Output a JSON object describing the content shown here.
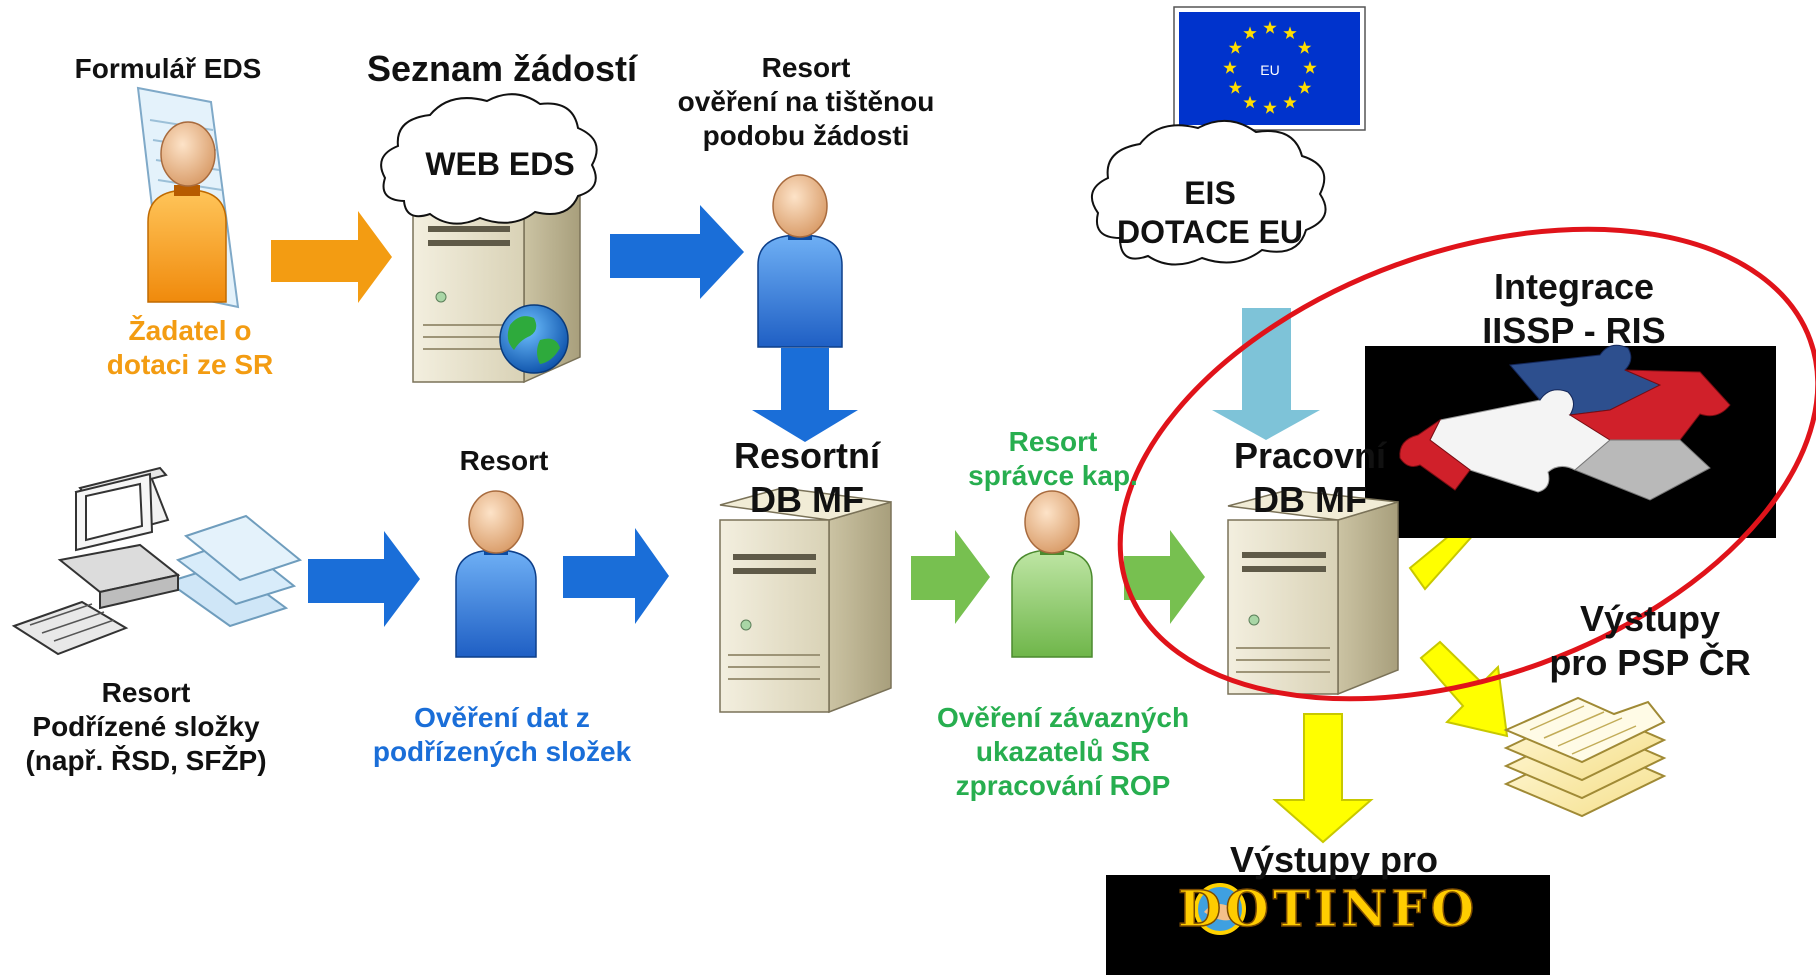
{
  "colors": {
    "orange": "#f39c12",
    "blue": "#1a6ed8",
    "green": "#27ae4f",
    "yellow": "#ffff00",
    "light_blue": "#7ec3d8",
    "red_ellipse": "#e0131a",
    "eu_blue": "#0033cc",
    "eu_star": "#ffdd00"
  },
  "nodes": {
    "applicant_form": {
      "title": "Formulář EDS",
      "caption": [
        "Žadatel o",
        "dotaci ze SR"
      ],
      "icon": "person-orange-icon"
    },
    "request_list": {
      "title": "Seznam žádostí",
      "cloud": "WEB EDS",
      "icon": "web-server-icon"
    },
    "resort_print_check": {
      "lines": [
        "Resort",
        "ověření na tištěnou",
        "podobu žádosti"
      ],
      "icon": "person-blue-icon"
    },
    "eu": {
      "flag_text": "EU",
      "cloud_lines": [
        "EIS",
        "DOTACE EU"
      ],
      "icon": "eu-flag-icon"
    },
    "integration": {
      "lines": [
        "Integrace",
        "IISSP - RIS"
      ],
      "icon": "puzzle-icon"
    },
    "subordinate": {
      "lines": [
        "Resort",
        "Podřízené složky",
        "(např. ŘSD, SFŽP)"
      ],
      "icon": "computer-icon"
    },
    "resort_middle": {
      "title": "Resort",
      "caption": [
        "Ověření dat z",
        "podřízených složek"
      ],
      "icon": "person-blue-icon"
    },
    "resort_db": {
      "lines": [
        "Resortní",
        "DB MF"
      ],
      "icon": "server-icon"
    },
    "chapter_admin": {
      "lines": [
        "Resort",
        "správce kap."
      ],
      "caption": [
        "Ověření závazných",
        "ukazatelů SR",
        "zpracování ROP"
      ],
      "icon": "person-green-icon"
    },
    "work_db": {
      "lines": [
        "Pracovní",
        "DB MF"
      ],
      "icon": "server-icon"
    },
    "psp_outputs": {
      "lines": [
        "Výstupy",
        "pro PSP ČR"
      ],
      "icon": "documents-icon"
    },
    "dotinfo_outputs": {
      "title": "Výstupy pro",
      "logo_text": "DOTINFO",
      "icon": "dotinfo-logo"
    }
  }
}
